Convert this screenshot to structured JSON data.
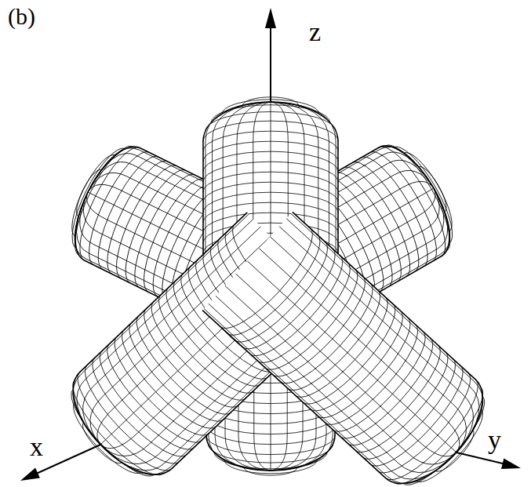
{
  "diagram": {
    "labels": [
      "(b)",
      "z",
      "x",
      "y"
    ]
  }
}
